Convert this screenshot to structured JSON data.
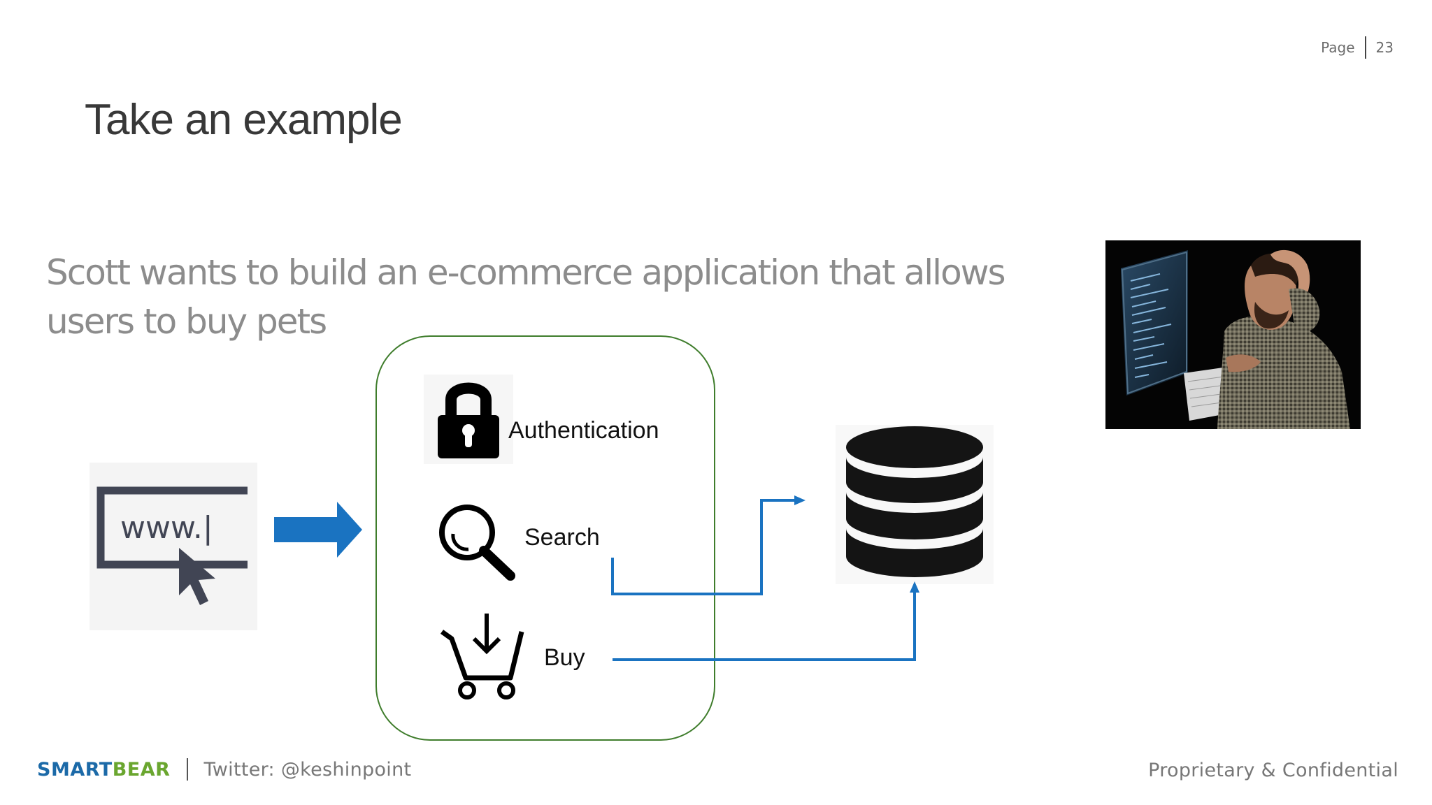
{
  "page": {
    "label": "Page",
    "number": "23"
  },
  "title": "Take an example",
  "intro": "Scott wants to build an e-commerce application that allows users to buy pets",
  "browser_icon_text": "www.|",
  "services": {
    "authentication": "Authentication",
    "search": "Search",
    "buy": "Buy"
  },
  "icons": {
    "browser": "www-cursor-icon",
    "arrow": "blue-right-arrow-icon",
    "lock": "lock-icon",
    "search": "magnifying-glass-icon",
    "cart": "shopping-cart-download-icon",
    "database": "database-icon",
    "photo": "frustrated-developer-photo"
  },
  "colors": {
    "accent_blue": "#1a73c1",
    "box_border": "#3f7d2c",
    "brand_blue": "#1c6aa8",
    "brand_green": "#6aa62f"
  },
  "footer": {
    "brand_smart": "SMART",
    "brand_bear": "BEAR",
    "twitter": "Twitter: @keshinpoint",
    "confidential": "Proprietary & Confidential"
  }
}
